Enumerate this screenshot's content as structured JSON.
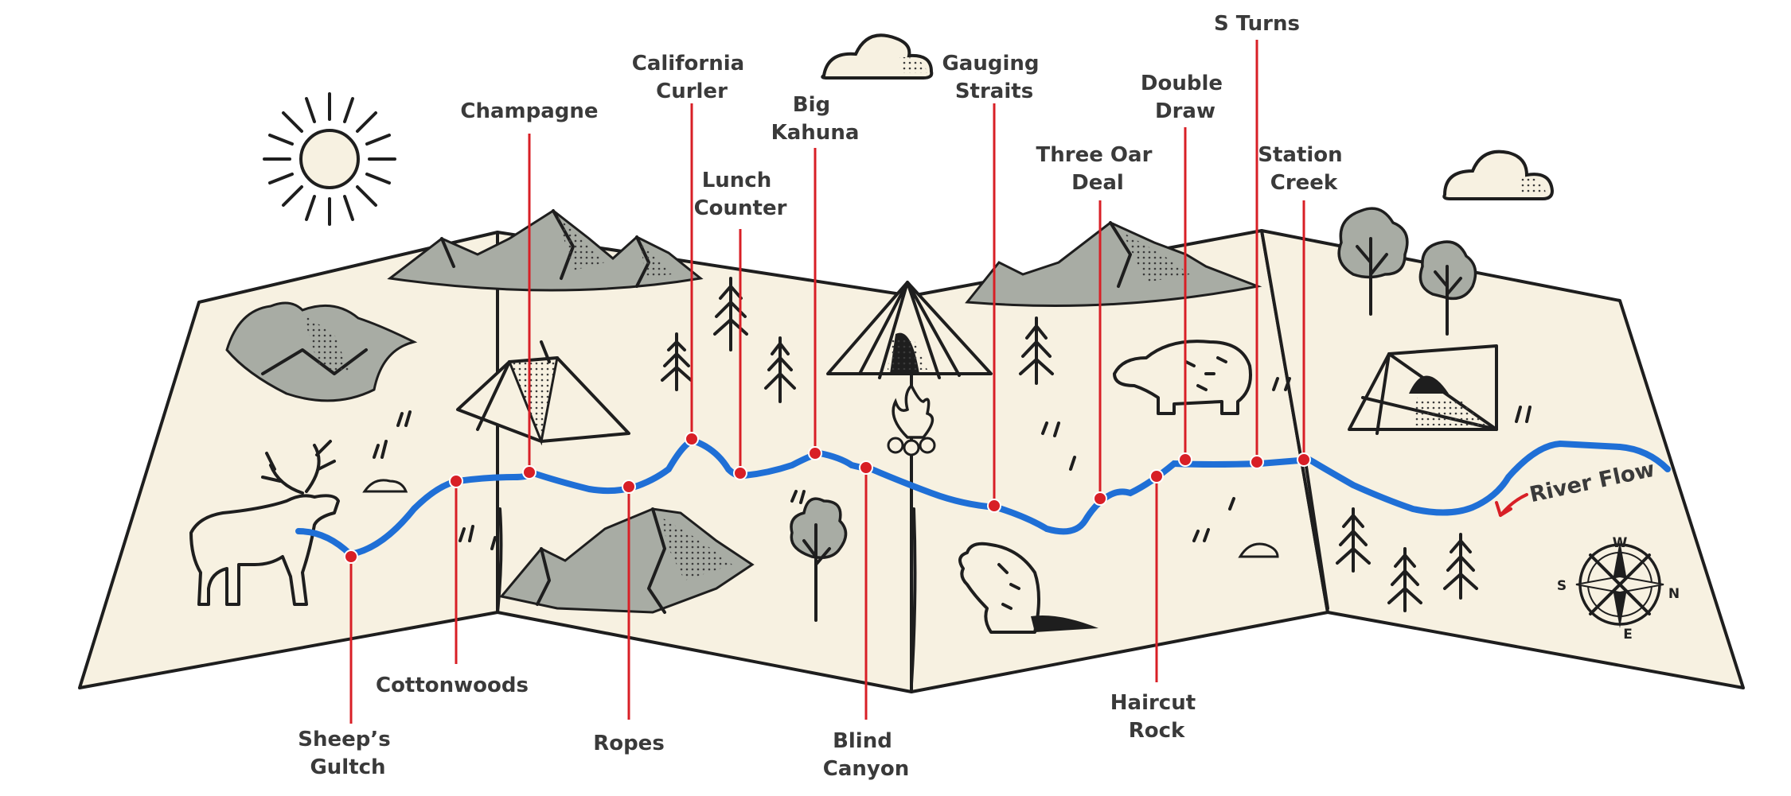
{
  "colors": {
    "paper": "#f7f1e1",
    "ink": "#1e1e1e",
    "river": "#1f6fd6",
    "marker": "#d81f26",
    "mountain": "#a8aca4",
    "label": "#3a3a3a"
  },
  "annotations": {
    "river_flow": "River Flow"
  },
  "compass": {
    "w": "W",
    "s": "S",
    "n": "N",
    "e": "E"
  },
  "rapids": [
    {
      "id": "sheeps-gultch",
      "lines": [
        "Sheep’s",
        "Gultch"
      ]
    },
    {
      "id": "cottonwoods",
      "lines": [
        "Cottonwoods"
      ]
    },
    {
      "id": "champagne",
      "lines": [
        "Champagne"
      ]
    },
    {
      "id": "ropes",
      "lines": [
        "Ropes"
      ]
    },
    {
      "id": "california-curler",
      "lines": [
        "California",
        "Curler"
      ]
    },
    {
      "id": "lunch-counter",
      "lines": [
        "Lunch",
        "Counter"
      ]
    },
    {
      "id": "big-kahuna",
      "lines": [
        "Big",
        "Kahuna"
      ]
    },
    {
      "id": "blind-canyon",
      "lines": [
        "Blind",
        "Canyon"
      ]
    },
    {
      "id": "gauging-straits",
      "lines": [
        "Gauging",
        "Straits"
      ]
    },
    {
      "id": "three-oar-deal",
      "lines": [
        "Three Oar",
        "Deal"
      ]
    },
    {
      "id": "haircut-rock",
      "lines": [
        "Haircut",
        "Rock"
      ]
    },
    {
      "id": "double-draw",
      "lines": [
        "Double",
        "Draw"
      ]
    },
    {
      "id": "s-turns",
      "lines": [
        "S Turns"
      ]
    },
    {
      "id": "station-creek",
      "lines": [
        "Station",
        "Creek"
      ]
    }
  ]
}
